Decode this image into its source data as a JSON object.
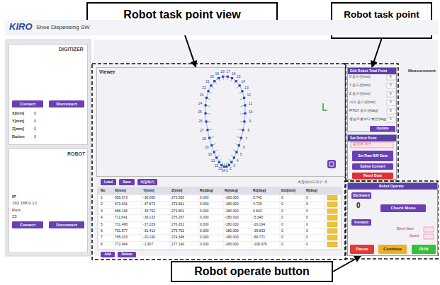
{
  "diagram": {
    "nodes": [
      {
        "text": [
          "Robot task point view"
        ]
      },
      {
        "text": [
          "Robot task point parameter setting"
        ]
      },
      {
        "text": [
          "Robot operate button"
        ]
      },
      {
        "text": [
          "KIRO",
          "Shoe Dispensing SW"
        ]
      },
      {
        "text": [
          "DIGITIZER"
        ]
      },
      {
        "text": [
          "Connect"
        ],
        "in": 4
      },
      {
        "text": [
          "Disconnect"
        ],
        "in": 4
      },
      {
        "text": [
          "ROBOT"
        ]
      },
      {
        "text": [
          "Connect"
        ],
        "in": 7
      },
      {
        "text": [
          "Disconnect"
        ],
        "in": 7
      },
      {
        "text": [
          "Viewer"
        ]
      },
      {
        "text": [
          "Edit Robot Total Point"
        ]
      },
      {
        "text": [
          "Update"
        ],
        "in": 11
      },
      {
        "text": [
          "Set Robot Point"
        ]
      },
      {
        "text": [
          "Set Raw B/R Data"
        ],
        "in": 13
      },
      {
        "text": [
          "Spline Convert"
        ],
        "in": 13
      },
      {
        "text": [
          "Reset Data"
        ],
        "in": 13
      },
      {
        "text": [
          "Robot Operate"
        ]
      },
      {
        "text": [
          "Backward"
        ],
        "in": 17
      },
      {
        "text": [
          "Check Move"
        ],
        "in": 17
      },
      {
        "text": [
          "Forward"
        ],
        "in": 17
      },
      {
        "text": [
          "Pause"
        ],
        "in": 17
      },
      {
        "text": [
          "Continue"
        ],
        "in": 17
      },
      {
        "text": [
          "RUN"
        ],
        "in": 17
      },
      {
        "text": [
          "Load"
        ]
      },
      {
        "text": [
          "Save"
        ]
      },
      {
        "text": [
          "저장하기"
        ]
      },
      {
        "text": [
          "Add"
        ]
      },
      {
        "text": [
          "Delete"
        ]
      }
    ],
    "edges": [
      {
        "from": 0,
        "to": 10,
        "arrow": "to"
      },
      {
        "from": 1,
        "to": 11,
        "arrow": "to"
      },
      {
        "from": 2,
        "to": 17,
        "arrow": "to"
      }
    ],
    "labels": [
      "X[mm]",
      "0",
      "Y[mm]",
      "0",
      "Z[mm]",
      "0",
      "Button",
      "0",
      "IP",
      "192.168.0.12",
      "Port",
      "23",
      "Measurement",
      "X 오프셋(mm)",
      "0",
      "Y 오프셋(mm)",
      "0",
      "Z 오프셋(mm)",
      "0",
      "거리 오프셋(mm)",
      "0",
      "PITCH 오프셋(deg)",
      "0",
      "중심으로부터 회전(deg)",
      "0",
      "포인트 개수",
      "0",
      "Blend Value",
      "Speed",
      "측정데이터개수 : 0",
      "No",
      "X[mm]",
      "Y[mm]",
      "Z[mm]",
      "Rx[deg]",
      "Ry[deg]",
      "Rz[deg]",
      "Ext[mm]",
      "R[deg]",
      "1",
      "656.673",
      "-36.060",
      "273.560",
      "0.000",
      "-180.000",
      "5.742",
      "0",
      "0",
      "2",
      "670.631",
      "-37.872",
      "273.661",
      "0.000",
      "-180.000",
      "4.729",
      "0",
      "0",
      "3",
      "686.118",
      "-39.752",
      "274.801",
      "0.000",
      "-180.000",
      "0.643",
      "0",
      "0",
      "4",
      "711.641",
      "-39.133",
      "275.297",
      "0.000",
      "-180.000",
      "-5.340",
      "0",
      "0",
      "5",
      "731.496",
      "-37.229",
      "276.261",
      "0.000",
      "-180.000",
      "-16.194",
      "0",
      "0",
      "6",
      "751.577",
      "-31.413",
      "279.752",
      "0.000",
      "-180.000",
      "-39.833",
      "0",
      "0",
      "7",
      "765.033",
      "-20.190",
      "274.348",
      "0.000",
      "-180.000",
      "-66.771",
      "0",
      "0",
      "8",
      "772.464",
      "-1.907",
      "277.140",
      "0.000",
      "-180.000",
      "-106.976",
      "0",
      "0",
      "1",
      "2",
      "3",
      "4",
      "5",
      "6",
      "7",
      "8",
      "9",
      "10",
      "11",
      "12",
      "13",
      "14",
      "15",
      "16",
      "17",
      "18",
      "19",
      "20",
      "21",
      "22",
      "23",
      "24",
      "25",
      "26",
      "27",
      "28",
      "29",
      "30",
      "31",
      "32",
      "33",
      "34"
    ]
  }
}
